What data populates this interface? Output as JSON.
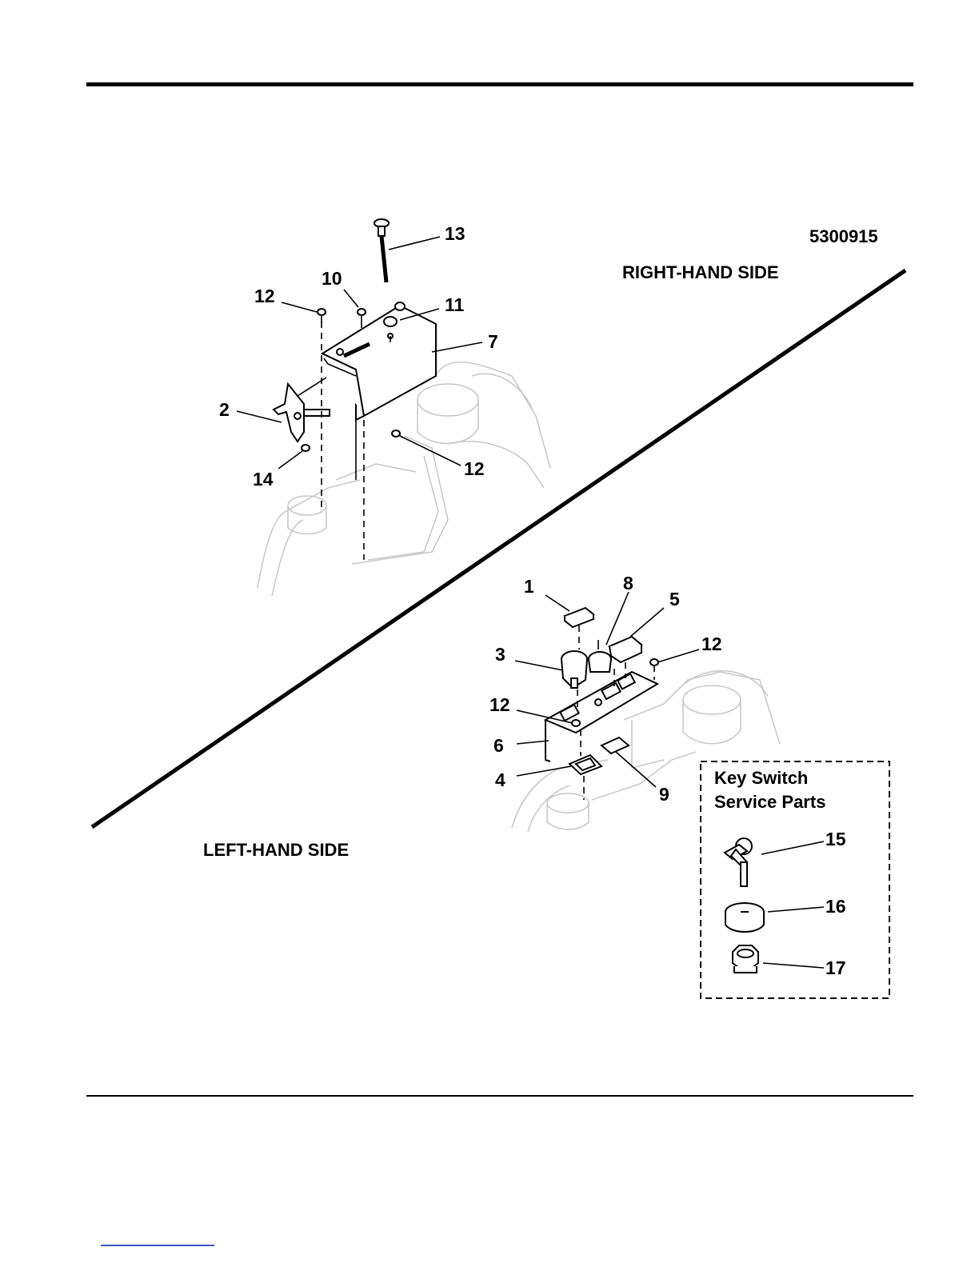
{
  "drawing": {
    "drawing_number": "5300915",
    "right_side_title": "RIGHT-HAND SIDE",
    "left_side_title": "LEFT-HAND SIDE"
  },
  "right_callouts": {
    "c13": "13",
    "c10": "10",
    "c12a": "12",
    "c11": "11",
    "c7": "7",
    "c2": "2",
    "c12b": "12",
    "c14": "14"
  },
  "left_callouts": {
    "c1": "1",
    "c8": "8",
    "c5": "5",
    "c3": "3",
    "c12a": "12",
    "c12b": "12",
    "c6": "6",
    "c4": "4",
    "c9": "9"
  },
  "service_box": {
    "title_line1": "Key Switch",
    "title_line2": "Service Parts",
    "c15": "15",
    "c16": "16",
    "c17": "17"
  },
  "colors": {
    "line": "#000000",
    "ghost_outline": "#c9c9c9",
    "footer_link": "#3a56c9"
  }
}
